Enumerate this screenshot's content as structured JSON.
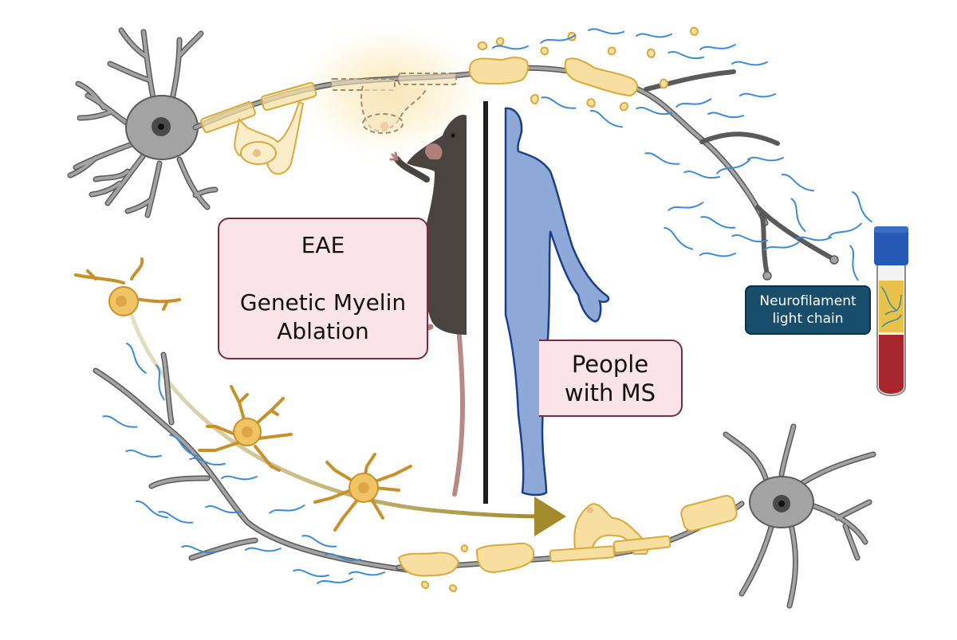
{
  "figure": {
    "description": "Neurofilament light chain as a biomarker of demyelination in mouse models and people with MS",
    "colors": {
      "neuron_fill": "#a3a3a3",
      "neuron_stroke": "#5a5a5a",
      "myelin_fill": "#f6dfa0",
      "myelin_stroke": "#d9a93b",
      "oligodendrocyte_fill": "#f0c462",
      "neurofilament": "#3b8ad8",
      "arrow": "#a38a2a",
      "label_pink": "#fbe3ea",
      "label_pink_border": "#7d2a45",
      "label_dark": "#184d6b",
      "mouse": "#4a4440",
      "human": "#8ea8d8",
      "human_outline": "#1d3f8a",
      "divider": "#1e1e1e",
      "tube_cap": "#2559b5",
      "tube_plasma": "#e9c24a",
      "tube_blood": "#a7262b"
    }
  },
  "labels": {
    "models": {
      "line1": "EAE",
      "line2": "Genetic Myelin",
      "line3": "Ablation"
    },
    "people": {
      "line1": "People",
      "line2": "with MS"
    },
    "biomarker": {
      "line1": "Neurofilament",
      "line2": "light chain"
    }
  },
  "elements": {
    "top_neuron": "neuron with myelinated axon undergoing demyelination",
    "bottom_neuron": "neuron with axon undergoing remyelination",
    "mouse": "mouse (animal model)",
    "human": "human silhouette",
    "blood_tube": "blood collection tube with plasma containing neurofilaments",
    "opc_arrow": "oligodendrocyte precursor cells migrating to remyelinate"
  }
}
